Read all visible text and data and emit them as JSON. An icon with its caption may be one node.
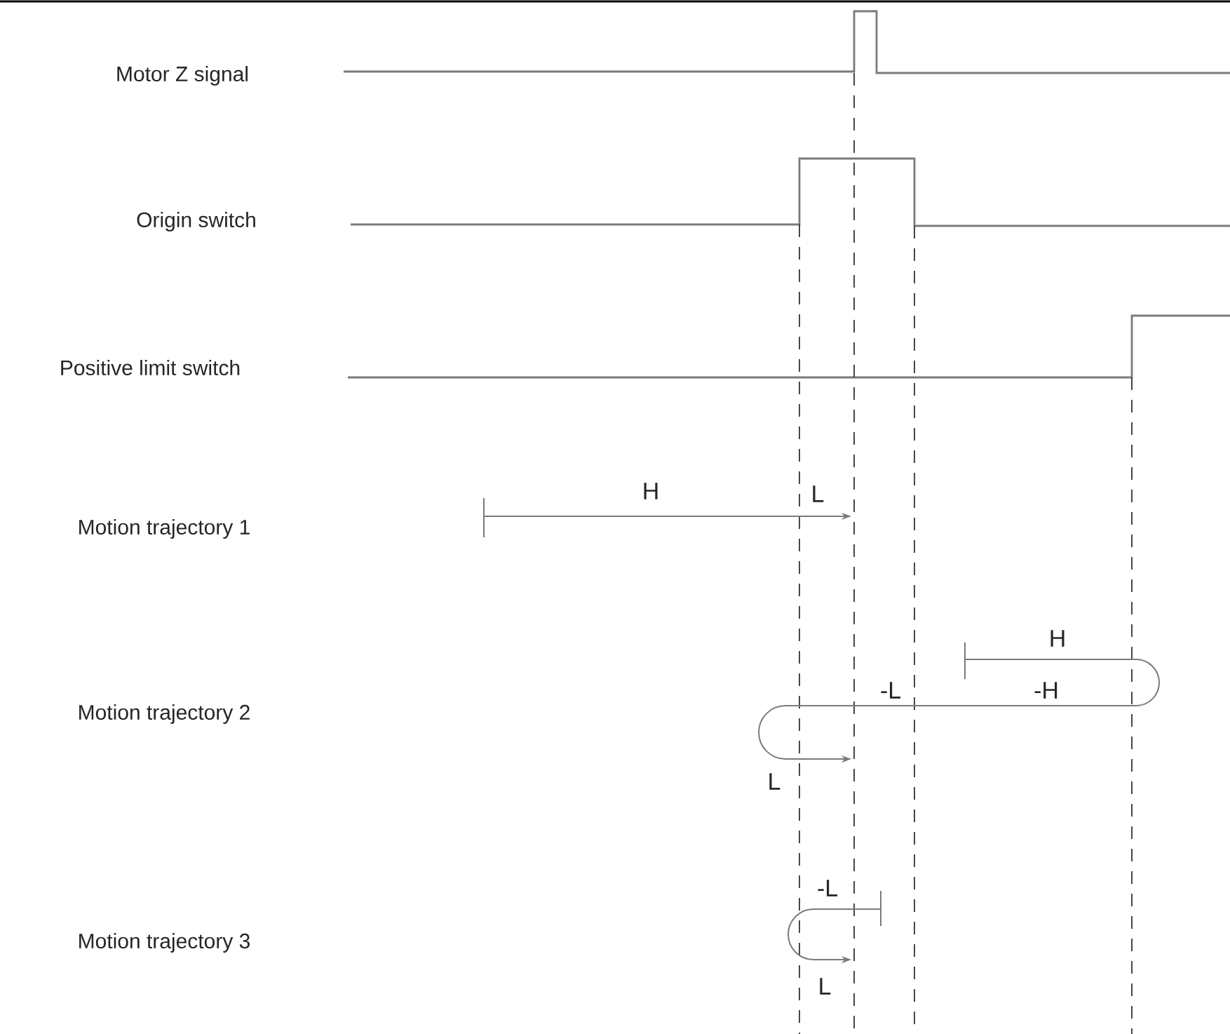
{
  "diagram": {
    "labels": [
      "Motor Z signal",
      "Origin switch",
      "Positive limit switch",
      "H",
      "L",
      "Motion trajectory 1",
      "H",
      "-L",
      "-H",
      "Motion trajectory 2",
      "L",
      "-L",
      "Motion trajectory 3",
      "L"
    ]
  }
}
